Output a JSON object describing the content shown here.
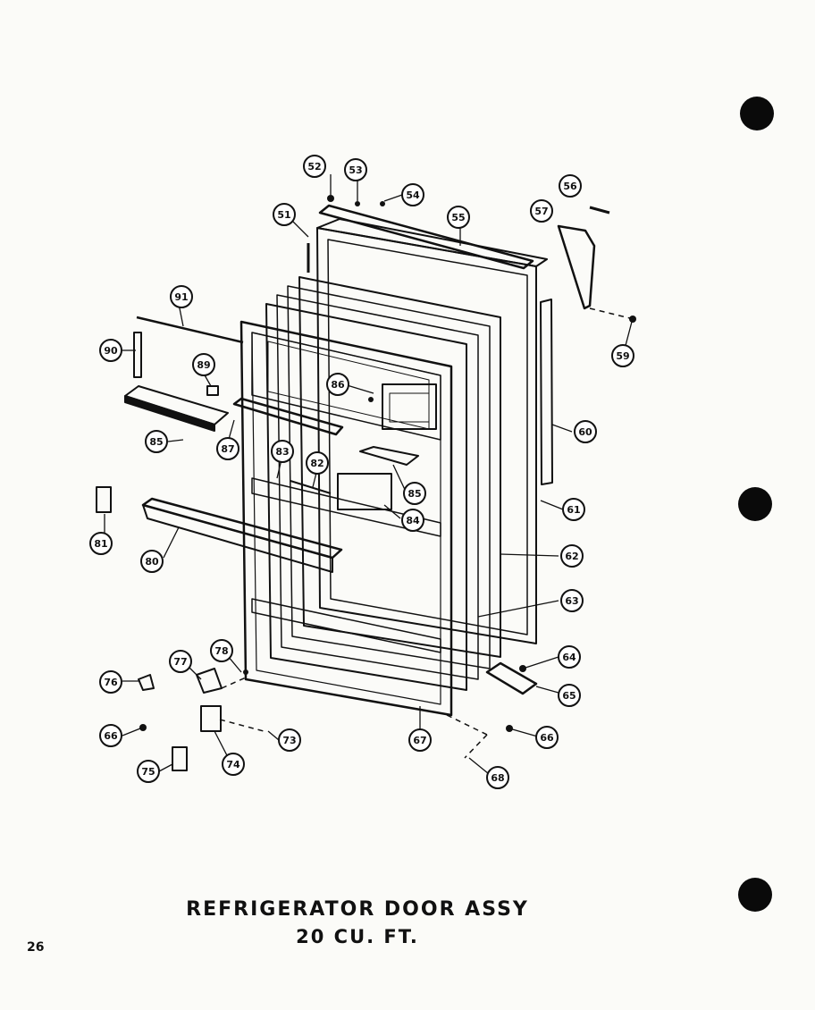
{
  "title": {
    "line1": "REFRIGERATOR DOOR ASSY",
    "line2": "20 CU. FT."
  },
  "page_number": "26",
  "callouts": [
    {
      "id": "c52",
      "label": "52"
    },
    {
      "id": "c53",
      "label": "53"
    },
    {
      "id": "c54",
      "label": "54"
    },
    {
      "id": "c55",
      "label": "55"
    },
    {
      "id": "c56",
      "label": "56"
    },
    {
      "id": "c57",
      "label": "57"
    },
    {
      "id": "c51",
      "label": "51"
    },
    {
      "id": "c91",
      "label": "91"
    },
    {
      "id": "c90",
      "label": "90"
    },
    {
      "id": "c89",
      "label": "89"
    },
    {
      "id": "c59",
      "label": "59"
    },
    {
      "id": "c86a",
      "label": "86"
    },
    {
      "id": "c60",
      "label": "60"
    },
    {
      "id": "c85a",
      "label": "85"
    },
    {
      "id": "c87",
      "label": "87"
    },
    {
      "id": "c83",
      "label": "83"
    },
    {
      "id": "c82a",
      "label": "82"
    },
    {
      "id": "c85b",
      "label": "85"
    },
    {
      "id": "c84",
      "label": "84"
    },
    {
      "id": "c61",
      "label": "61"
    },
    {
      "id": "c81",
      "label": "81"
    },
    {
      "id": "c80",
      "label": "80"
    },
    {
      "id": "c62",
      "label": "62"
    },
    {
      "id": "c63",
      "label": "63"
    },
    {
      "id": "c64",
      "label": "64"
    },
    {
      "id": "c65",
      "label": "65"
    },
    {
      "id": "c76",
      "label": "76"
    },
    {
      "id": "c77",
      "label": "77"
    },
    {
      "id": "c78",
      "label": "78"
    },
    {
      "id": "c66a",
      "label": "66"
    },
    {
      "id": "c66b",
      "label": "66"
    },
    {
      "id": "c73",
      "label": "73"
    },
    {
      "id": "c67",
      "label": "67"
    },
    {
      "id": "c75",
      "label": "75"
    },
    {
      "id": "c74",
      "label": "74"
    },
    {
      "id": "c68",
      "label": "68"
    }
  ]
}
